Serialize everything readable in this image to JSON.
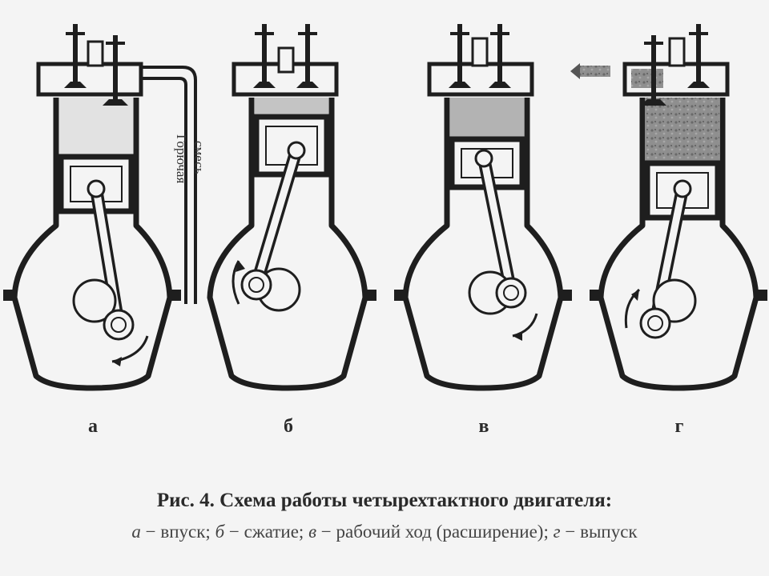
{
  "panels": [
    {
      "letter": "а",
      "stage": "впуск"
    },
    {
      "letter": "б",
      "stage": "сжатие"
    },
    {
      "letter": "в",
      "stage": "рабочий ход (расширение)"
    },
    {
      "letter": "г",
      "stage": "выпуск"
    }
  ],
  "pipe_label_line1": "Горючая",
  "pipe_label_line2": "смесь",
  "caption": {
    "title": "Рис. 4. Схема работы четырехтактного двигателя:",
    "legend_a_letter": "а",
    "legend_a_text": " − впуск; ",
    "legend_b_letter": "б",
    "legend_b_text": " − сжатие; ",
    "legend_c_letter": "в",
    "legend_c_text": " − рабочий ход (расширение); ",
    "legend_d_letter": "г",
    "legend_d_text": " − выпуск"
  },
  "colors": {
    "line": "#1e1e1e",
    "intake_gas": "#e2e2e2",
    "compressed_gas": "#c4c4c4",
    "power_gas": "#b3b3b3",
    "exhaust_gas": "#8f8f8f",
    "background": "#f4f4f4"
  }
}
